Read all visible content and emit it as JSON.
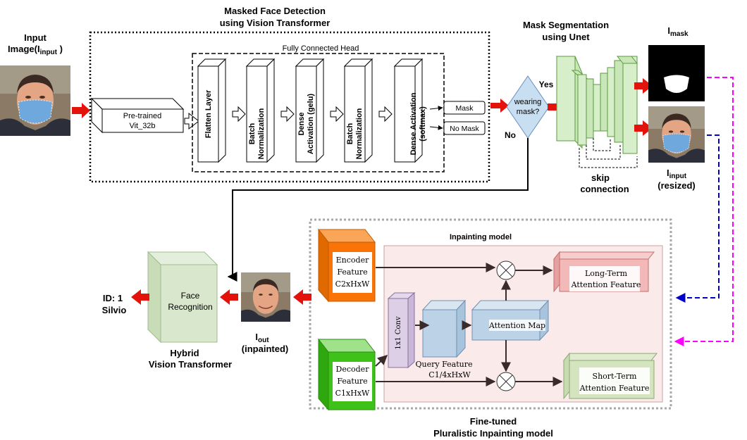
{
  "input": {
    "title_line1": "Input",
    "title_line2": "Image(I",
    "sub": "input",
    "close": " )"
  },
  "detection": {
    "title_line1": "Masked Face Detection",
    "title_line2": "using Vision Transformer",
    "pretrained_line1": "Pre-trained",
    "pretrained_line2": "Vit_32b",
    "fc_head": "Fully Connected Head",
    "layers": [
      [
        "Flatten Layer"
      ],
      [
        "Batch",
        "Normalization"
      ],
      [
        "Dense",
        "Activation (gelu)"
      ],
      [
        "Batch",
        "Normalization"
      ],
      [
        "Dense Activation",
        "(softmax)"
      ]
    ],
    "out_mask": "Mask",
    "out_nomask": "No Mask"
  },
  "decision": {
    "line1": "wearing",
    "line2": "mask?",
    "yes": "Yes",
    "no": "No"
  },
  "segmentation": {
    "title_line1": "Mask Segmentation",
    "title_line2": "using Unet",
    "skip_line1": "skip",
    "skip_line2": "connection"
  },
  "outputs": {
    "imask_main": "I",
    "imask_sub": "mask",
    "iinput_main": "I",
    "iinput_sub": "input",
    "resized": "(resized)"
  },
  "inpainting": {
    "inner_title": "Inpainting model",
    "encoder": [
      "Encoder",
      "Feature",
      "C2xHxW"
    ],
    "decoder": [
      "Decoder",
      "Feature",
      "C1xHxW"
    ],
    "conv": "1x1 Conv",
    "query": [
      "Query  Feature",
      "C1/4xHxW"
    ],
    "attention_map": "Attention Map",
    "long_term": [
      "Long-Term",
      "Attention Feature"
    ],
    "short_term": [
      "Short-Term",
      "Attention Feature"
    ],
    "outer_title_line1": "Fine-tuned",
    "outer_title_line2": "Pluralistic Inpainting model"
  },
  "recognition": {
    "box_line1": "Face",
    "box_line2": "Recognition",
    "title_line1": "Hybrid",
    "title_line2": "Vision Transformer",
    "iout_main": "I",
    "iout_sub": "out",
    "inpainted": "(inpainted)",
    "id_line1": "ID: 1",
    "id_line2": "Silvio"
  },
  "colors": {
    "red_arrow": "#e3120b",
    "encoder": "#f97306",
    "decoder": "#3ec21a",
    "unet": "#c8e6b8",
    "magenta_dash": "#ff00ff",
    "blue_dash": "#0000cc",
    "pink_panel": "#fbeaea"
  },
  "icons": [
    "face-photo",
    "mask-silhouette",
    "multiply-circle"
  ]
}
